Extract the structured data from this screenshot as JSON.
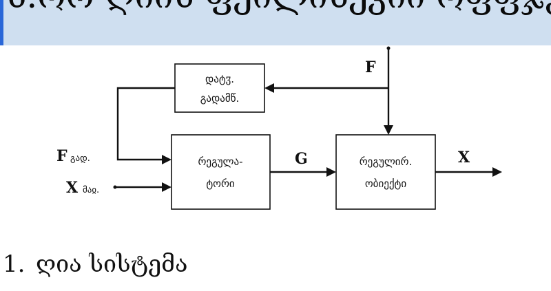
{
  "header": {
    "title": "ს.ორ ღიის ფეილისეკიი ოფფჯქი"
  },
  "diagram": {
    "blocks": {
      "sensor": {
        "line1": "დატჳ.",
        "line2": "გადამწ."
      },
      "regulator": {
        "line1": "რეგულა-",
        "line2": "ტორი"
      },
      "object": {
        "line1": "რეგულირ.",
        "line2": "ობიექტი"
      }
    },
    "signals": {
      "disturbance": "F",
      "control": "G",
      "output": "X",
      "feedback": {
        "symbol": "F",
        "subscript": "გად."
      },
      "setpoint": {
        "symbol": "X",
        "subscript": "მაჲ."
      }
    }
  },
  "list": [
    {
      "number": "1.",
      "text": "ღია სისტემა"
    }
  ]
}
